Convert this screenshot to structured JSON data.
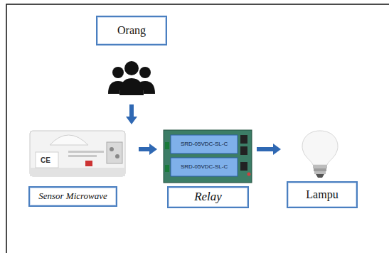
{
  "diagram": {
    "nodes": [
      {
        "text": [
          "Orang"
        ]
      },
      {
        "text": [
          "Sensor Microwave"
        ]
      },
      {
        "text": [
          "Relay"
        ]
      },
      {
        "text": [
          "Lampu"
        ]
      }
    ],
    "edges": [
      {
        "from": 0,
        "to": 1,
        "arrow": "to"
      },
      {
        "from": 1,
        "to": 2,
        "arrow": "to"
      },
      {
        "from": 2,
        "to": 3,
        "arrow": "to"
      }
    ],
    "labels": [
      "CE",
      "SRD-05VDC-SL-C",
      "SRD-05VDC-SL-C"
    ]
  }
}
